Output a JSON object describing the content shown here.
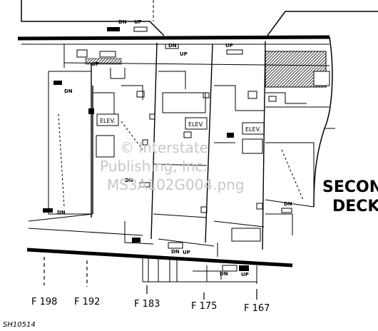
{
  "deck_label": {
    "line1": "SECOND",
    "line2": "DECK"
  },
  "elevators": [
    "ELEV.",
    "ELEV.",
    "ELEV."
  ],
  "stair_labels": {
    "dn": "DN",
    "up": "UP"
  },
  "frames": [
    "F 198",
    "F 192",
    "F 183",
    "F 175",
    "F 167"
  ],
  "drawing_id": "SH10514",
  "watermark": [
    "© Interstate",
    "Publishing, Inc.",
    "MS3A102G004.png"
  ],
  "colors": {
    "ink": "#000000",
    "paper": "#ffffff",
    "watermark": "#c8c8c8"
  }
}
